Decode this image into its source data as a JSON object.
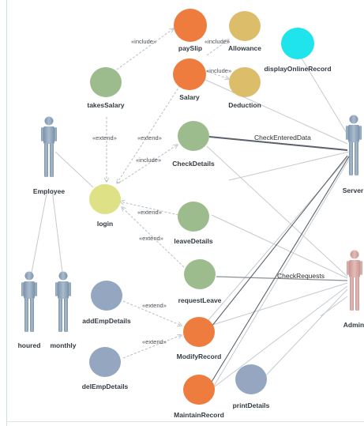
{
  "colors": {
    "orange": "#ee7c3e",
    "tan": "#dcbe6a",
    "cyan": "#1fe4ec",
    "green": "#9cbc8e",
    "yellow": "#dfe186",
    "blue": "#95a6c0",
    "actor_blue": "#8fa5bb",
    "actor_pink": "#d6a6a2"
  },
  "actors": {
    "employee": "Employee",
    "houred": "houred",
    "monthly": "monthly",
    "server": "Server",
    "admin": "Admin"
  },
  "use_cases": {
    "payslip": "paySlip",
    "allowance": "Allowance",
    "salary": "Salary",
    "deduction": "Deduction",
    "display_online_record": "displayOnlineRecord",
    "takes_salary": "takesSalary",
    "check_details": "CheckDetails",
    "login": "login",
    "leave_details": "leaveDetails",
    "request_leave": "requestLeave",
    "add_emp_details": "addEmpDetails",
    "modify_record": "ModifyRecord",
    "del_emp_details": "delEmpDetails",
    "maintain_record": "MaintainRecord",
    "print_details": "printDetails"
  },
  "relations": {
    "include_payslip": "«include»",
    "include_allowance": "«include»",
    "include_deduction": "«include»",
    "include_checkdetails": "«include»",
    "extend_takes": "«extend»",
    "extend_check": "«extend»",
    "extend_leave": "«extend»",
    "extend_request": "«extend»",
    "extend_add": "«extend»",
    "extend_del": "«extend»",
    "check_entered_data": "CheckEnteredData",
    "check_requests": "CheckRequests"
  }
}
